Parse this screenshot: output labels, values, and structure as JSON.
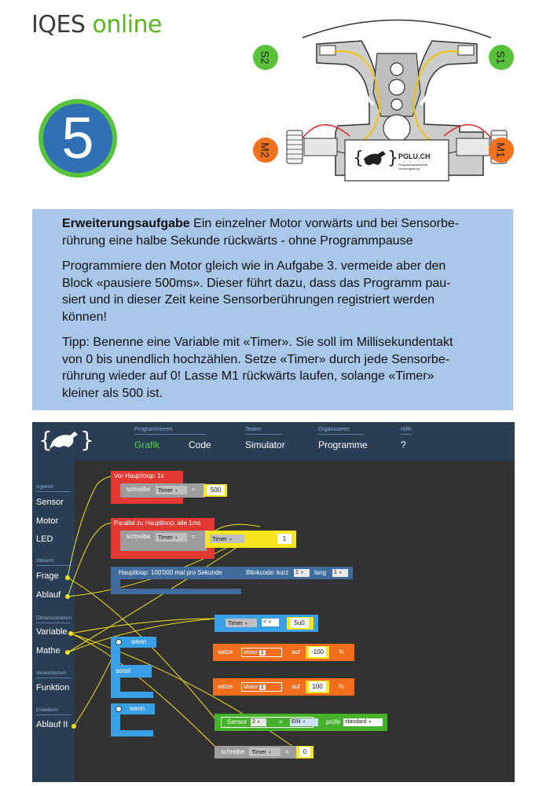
{
  "header": {
    "logo_part1": "IQES",
    "logo_part2": " online",
    "task_number": "5"
  },
  "robot": {
    "labels": {
      "s1": "S1",
      "s2": "S2",
      "m1": "M1",
      "m2": "M2"
    },
    "card_brand": "PGLU.CH",
    "card_sub1": "Programmierbasierte",
    "card_sub2": "Lernumgebung"
  },
  "task": {
    "title": "Erweiterungsaufgabe",
    "intro_line1": " Ein einzelner Motor vorwärts und bei Sensorbe-",
    "intro_line2": "rührung eine halbe Sekunde rückwärts - ohne Programmpause",
    "para2_line1": "Programmiere den Motor gleich wie in Aufgabe 3. vermeide aber den",
    "para2_line2": "Block «pausiere 500ms». Dieser führt dazu, dass das Programm pau-",
    "para2_line3": "siert und in dieser Zeit keine Sensorberührungen registriert werden",
    "para2_line4": "können!",
    "para3_line1": "Tipp: Benenne eine Variable mit «Timer». Sie soll im Millisekundentakt",
    "para3_line2": "von 0 bis unendlich hochzählen. Setze «Timer» durch jede Sensorbe-",
    "para3_line3": "rührung wieder auf 0! Lasse M1 rückwärts laufen, solange «Timer»",
    "para3_line4": "kleiner als 500 ist."
  },
  "app": {
    "nav": [
      {
        "category": "Programmieren",
        "label": "Grafik",
        "active": true
      },
      {
        "category": "",
        "label": "Code",
        "active": false
      },
      {
        "category": "Testen",
        "label": "Simulator",
        "active": false
      },
      {
        "category": "Organisieren",
        "label": "Programme",
        "active": false
      },
      {
        "category": "Hilfe",
        "label": "?",
        "active": false
      }
    ],
    "sidebar": {
      "cat_agieren": "Agieren",
      "sensor": "Sensor",
      "motor": "Motor",
      "led": "LED",
      "cat_steuern": "Steuern",
      "frage": "Frage",
      "ablauf": "Ablauf",
      "cat_dimensionieren": "Dimensionieren",
      "variable": "Variable",
      "mathe": "Mathe",
      "cat_vereinfachen": "Vereinfachen",
      "funktion": "Funktion",
      "cat_erweitern": "Erweitern",
      "ablauf2": "Ablauf II"
    },
    "blocks": {
      "vor_hauptloop": "Vor Hauptloop: 1x",
      "schreibe": "schreibe",
      "timer": "Timer",
      "val_500": "500",
      "parallel": "Parallel zu Hauptloop: alle 1ms",
      "plus": "+",
      "val_1": "1",
      "hauptloop": "Hauptloop: 100'000 mal pro Sekunde",
      "blinkcode": "Blinkcode: kurz",
      "kurz_val": "1",
      "lang": "lang",
      "lang_val": "1",
      "less_than": "<",
      "val_5u0": "5u0",
      "wenn": "wenn",
      "sonst": "sonst",
      "setze": "setze",
      "motor": "Motor",
      "motor_val": "1",
      "auf": "auf",
      "val_neg100": "-100",
      "val_100": "100",
      "percent": "%",
      "sensor": "Sensor",
      "sensor_val": "2",
      "eq": "=",
      "ein": "EIN",
      "pruefe": "prüfe",
      "standard": "standard",
      "val_0": "0"
    }
  },
  "colors": {
    "brand_green": "#5ab424",
    "task_bg": "#a9c7e8",
    "app_bg": "#293e55",
    "canvas_bg": "#323232",
    "wire": "#f1e21b"
  }
}
